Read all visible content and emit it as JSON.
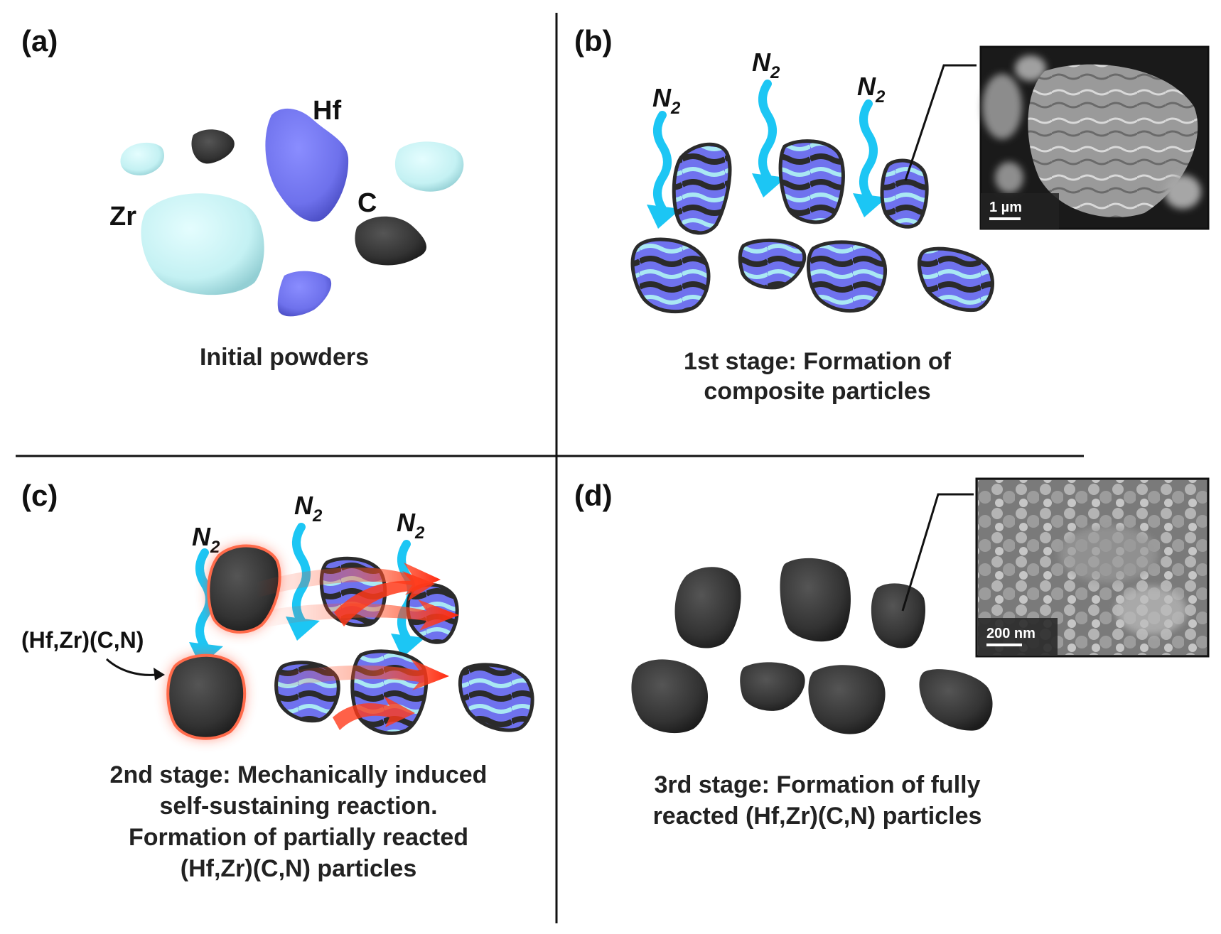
{
  "panels": {
    "a": {
      "label": "(a)",
      "caption": "Initial powders",
      "elements": {
        "hf": "Hf",
        "zr": "Zr",
        "c": "C"
      }
    },
    "b": {
      "label": "(b)",
      "caption_line1": "1st stage: Formation of",
      "caption_line2": "composite particles",
      "gas": "N",
      "gas_sub": "2",
      "scale_bar": "1 µm"
    },
    "c": {
      "label": "(c)",
      "caption_line1": "2nd stage: Mechanically induced",
      "caption_line2": "self-sustaining reaction.",
      "caption_line3": "Formation of partially reacted",
      "caption_line4": "(Hf,Zr)(C,N) particles",
      "product_label": "(Hf,Zr)(C,N)",
      "gas": "N",
      "gas_sub": "2"
    },
    "d": {
      "label": "(d)",
      "caption_line1": "3rd stage: Formation of fully",
      "caption_line2": "reacted (Hf,Zr)(C,N) particles",
      "scale_bar": "200 nm"
    }
  },
  "colors": {
    "hf": "#6f72ee",
    "zr": "#c8f4f6",
    "c": "#2f2f2f",
    "n2_arrow": "#1cc6f4",
    "reaction": "#ff3a1a",
    "divider": "#111111"
  }
}
